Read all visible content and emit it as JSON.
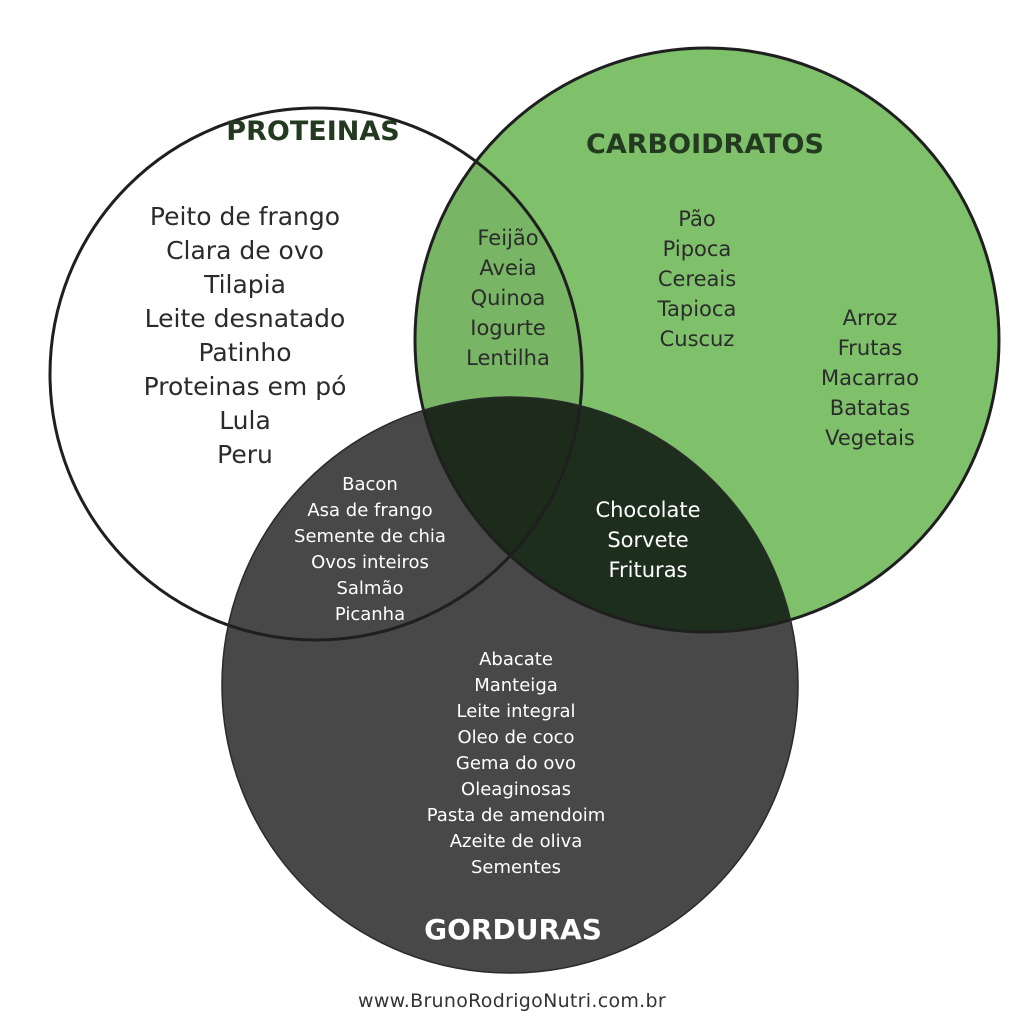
{
  "colors": {
    "carboidratos_fill": "#7fc06b",
    "gorduras_fill": "#484848",
    "overlap_dark": "#1e2e1c",
    "outline": "#1f1f1f",
    "title_green": "#233a20"
  },
  "sets": {
    "proteinas": "PROTEINAS",
    "carboidratos": "CARBOIDRATOS",
    "gorduras": "GORDURAS"
  },
  "regions": {
    "proteinas_only": [
      "Peito de frango",
      "Clara de ovo",
      "Tilapia",
      "Leite desnatado",
      "Patinho",
      "Proteinas em pó",
      "Lula",
      "Peru"
    ],
    "proteinas_carboidratos": [
      "Feijão",
      "Aveia",
      "Quinoa",
      "Iogurte",
      "Lentilha"
    ],
    "carboidratos_only_a": [
      "Pão",
      "Pipoca",
      "Cereais",
      "Tapioca",
      "Cuscuz"
    ],
    "carboidratos_only_b": [
      "Arroz",
      "Frutas",
      "Macarrao",
      "Batatas",
      "Vegetais"
    ],
    "proteinas_gorduras": [
      "Bacon",
      "Asa de frango",
      "Semente de chia",
      "Ovos inteiros",
      "Salmão",
      "Picanha"
    ],
    "carboidratos_gorduras": [
      "Chocolate",
      "Sorvete",
      "Frituras"
    ],
    "gorduras_only": [
      "Abacate",
      "Manteiga",
      "Leite integral",
      "Oleo de coco",
      "Gema do ovo",
      "Oleaginosas",
      "Pasta de amendoim",
      "Azeite de oliva",
      "Sementes"
    ]
  },
  "footer": "www.BrunoRodrigoNutri.com.br"
}
